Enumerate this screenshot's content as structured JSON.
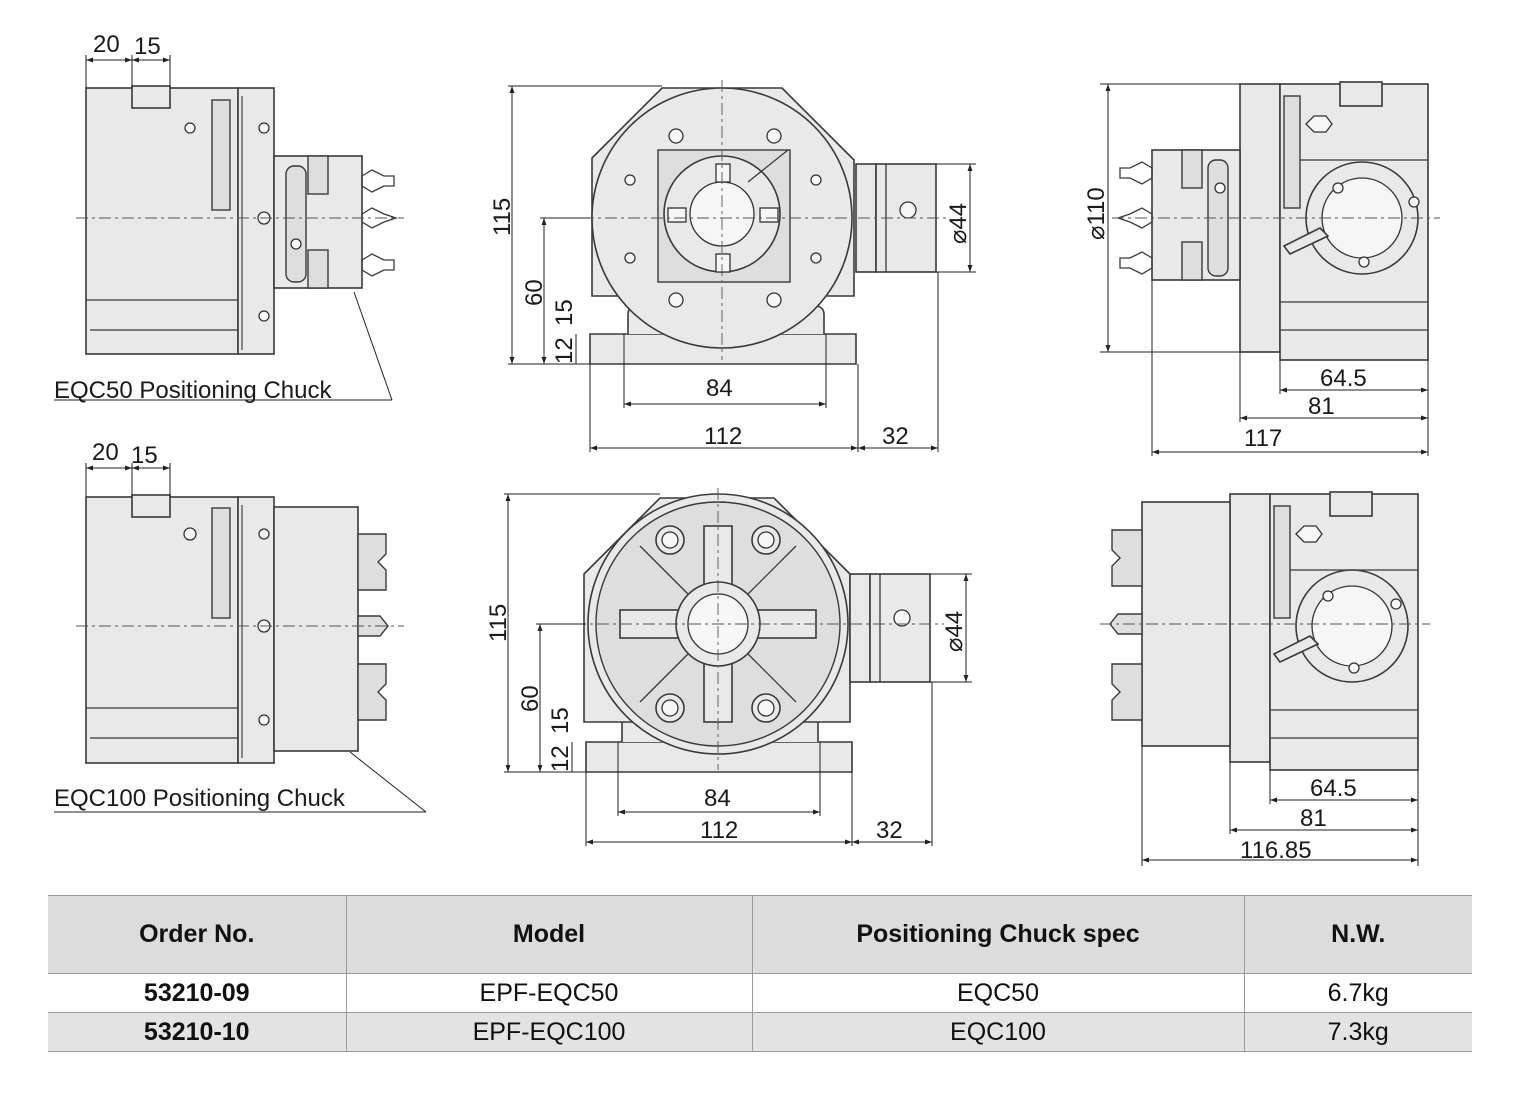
{
  "captions": {
    "eqc50": "EQC50 Positioning Chuck",
    "eqc100": "EQC100 Positioning Chuck"
  },
  "dimensions": {
    "top_left": {
      "d20": "20",
      "d15": "15"
    },
    "bottom_left": {
      "d20": "20",
      "d15": "15"
    },
    "top_front": {
      "d115": "115",
      "d60": "60",
      "d12": "12",
      "d15": "15",
      "d84": "84",
      "d112": "112",
      "d32": "32",
      "d44": "⌀44"
    },
    "bottom_front": {
      "d115": "115",
      "d60": "60",
      "d12": "12",
      "d15": "15",
      "d84": "84",
      "d112": "112",
      "d32": "32",
      "d44": "⌀44"
    },
    "top_right": {
      "d110": "⌀110",
      "d645": "64.5",
      "d81": "81",
      "d117": "117"
    },
    "bottom_right": {
      "d645": "64.5",
      "d81": "81",
      "d11685": "116.85"
    }
  },
  "table": {
    "headers": [
      "Order No.",
      "Model",
      "Positioning Chuck spec",
      "N.W."
    ],
    "rows": [
      {
        "order": "53210-09",
        "model": "EPF-EQC50",
        "spec": "EQC50",
        "weight": "6.7kg"
      },
      {
        "order": "53210-10",
        "model": "EPF-EQC100",
        "spec": "EQC100",
        "weight": "7.3kg"
      }
    ]
  }
}
